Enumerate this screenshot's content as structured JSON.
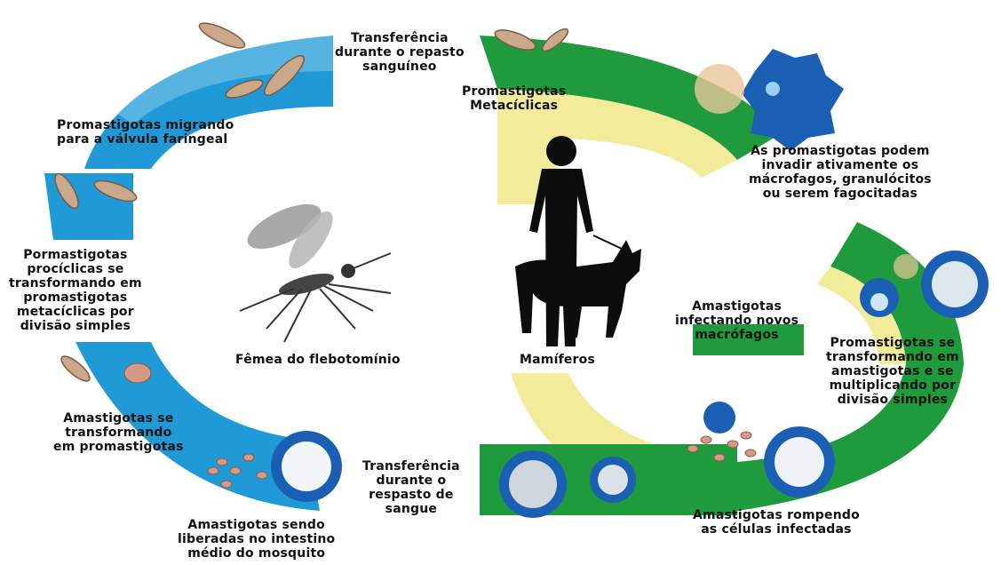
{
  "labels": {
    "transfer_top": "Transferência\ndurante o repasto\nsanguíneo",
    "promas_metaciclicas": "Promastigotas\nMetacíclicas",
    "promas_migrando": "Promastigotas migrando\npara a válvula faringeal",
    "promas_invadir": "As promastigotas podem\ninvadir ativamente os\nmácrofagos, granulócitos\nou serem fagocitadas",
    "pormas_prociclicas": "Pormastigotas\nprocíclicas se\ntransformando em\npromastigotas\nmetacíclicas por\ndivisão simples",
    "femea": "Fêmea do flebotomínio",
    "mamiferos": "Mamíferos",
    "amas_infectando": "Amastigotas\ninfectando novos\nmacrófagos",
    "promas_transformando": "Promastigotas se\ntransformando em\namastigotas e se\nmultiplicando por\ndivisão simples",
    "amas_transformando": "Amastigotas se\ntransformando\nem promastigotas",
    "transfer_bottom": "Transferência\ndurante o\nrespasto de\nsangue",
    "amas_rompendo": "Amastigotas rompendo\nas células infectadas",
    "amas_liberadas": "Amastigotas sendo\nliberadas no intestino\nmédio do mosquito"
  },
  "colors": {
    "blue_band": "#1f9ad6",
    "green_band": "#1f9a3c",
    "yellow_band": "#f2ec9a",
    "cell_blue": "#1a5fb4",
    "silhouette": "#0d0d0d"
  },
  "icons": [
    "mosquito-icon",
    "human-silhouette-icon",
    "dog-silhouette-icon",
    "macrophage-icon",
    "promastigote-icon",
    "amastigote-icon"
  ]
}
